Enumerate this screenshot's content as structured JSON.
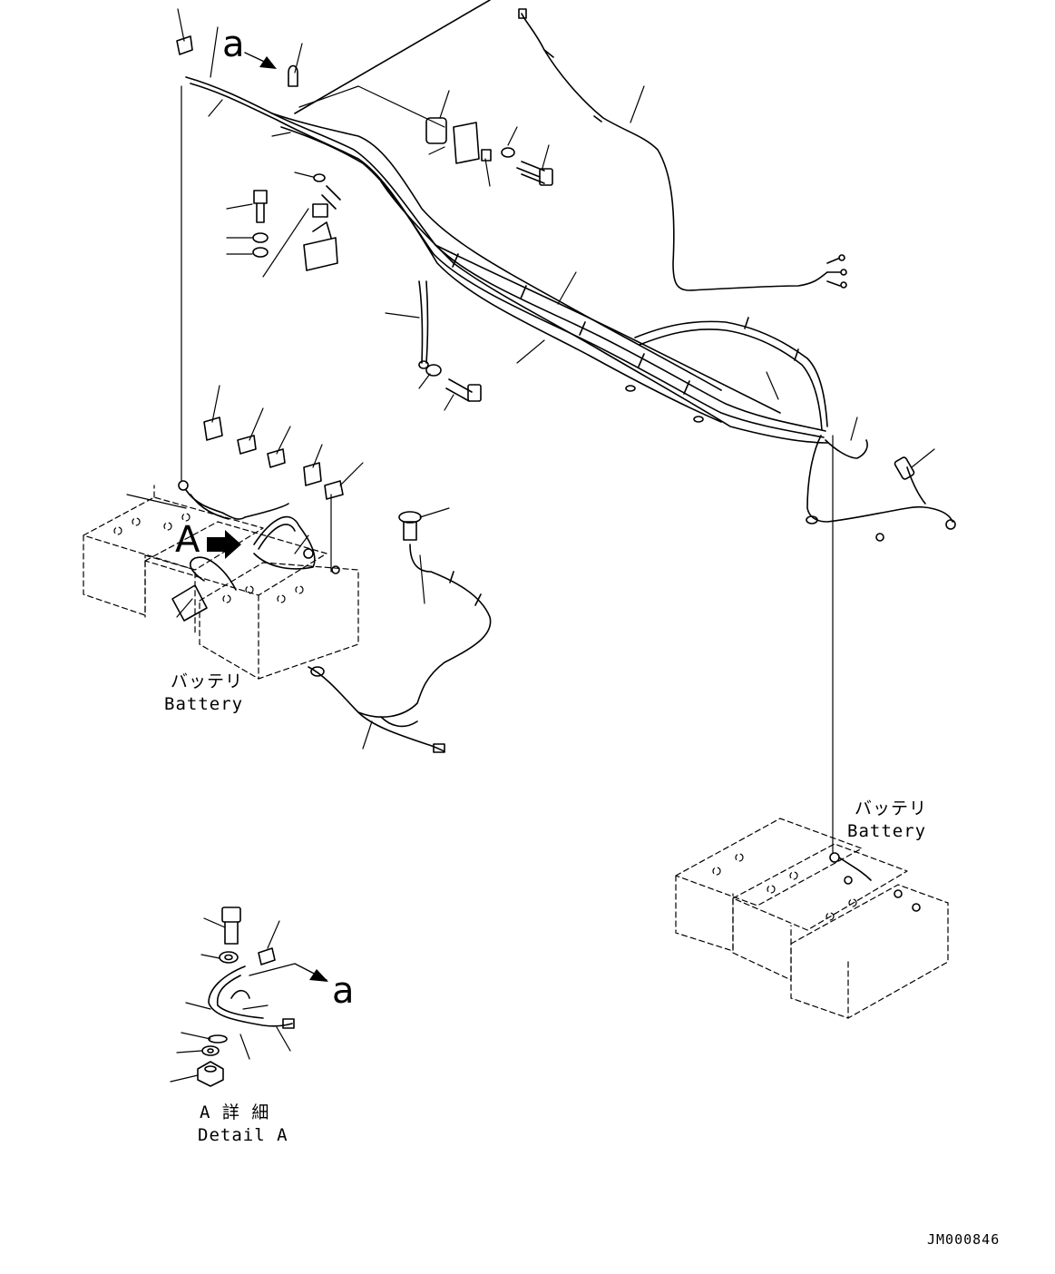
{
  "labels": {
    "battery_left_jp": "バッテリ",
    "battery_left_en": "Battery",
    "battery_right_jp": "バッテリ",
    "battery_right_en": "Battery",
    "detail_jp": "A 詳 細",
    "detail_en": "Detail A",
    "view_a_upper": "a",
    "view_a_detail": "a",
    "detail_ref": "A",
    "drawing_code": "JM000846"
  }
}
